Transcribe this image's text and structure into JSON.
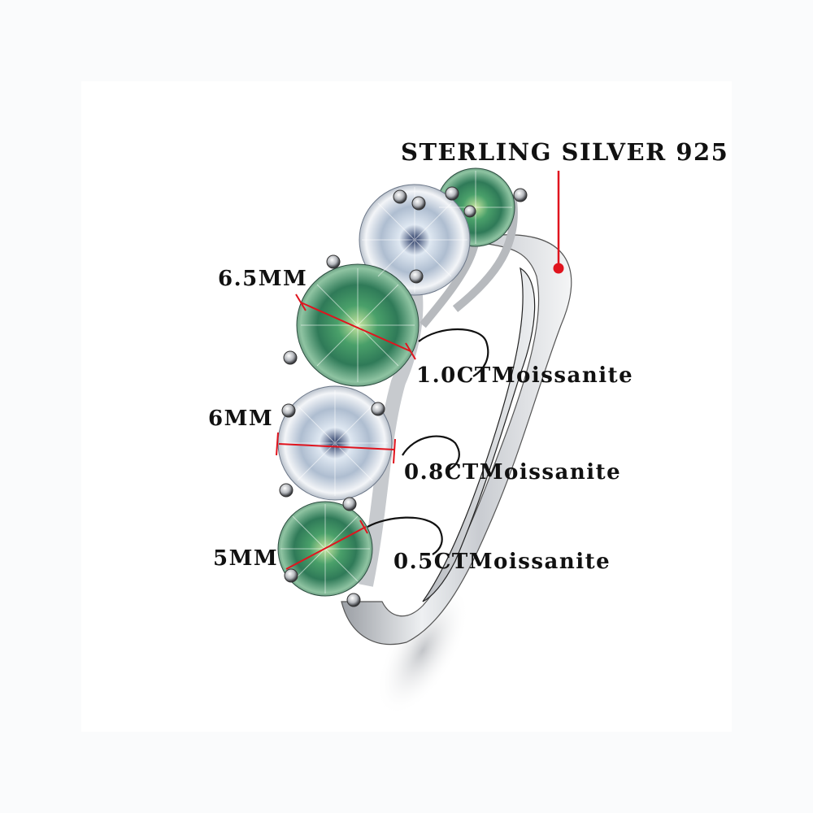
{
  "product": {
    "material_label": "STERLING SILVER 925",
    "accent_color": "#e0141e",
    "stones": [
      {
        "size_label": "6.5MM",
        "carat_label": "1.0CTMoissanite",
        "color": "green"
      },
      {
        "size_label": "6MM",
        "carat_label": "0.8CTMoissanite",
        "color": "white"
      },
      {
        "size_label": "5MM",
        "carat_label": "0.5CTMoissanite",
        "color": "green"
      }
    ]
  }
}
